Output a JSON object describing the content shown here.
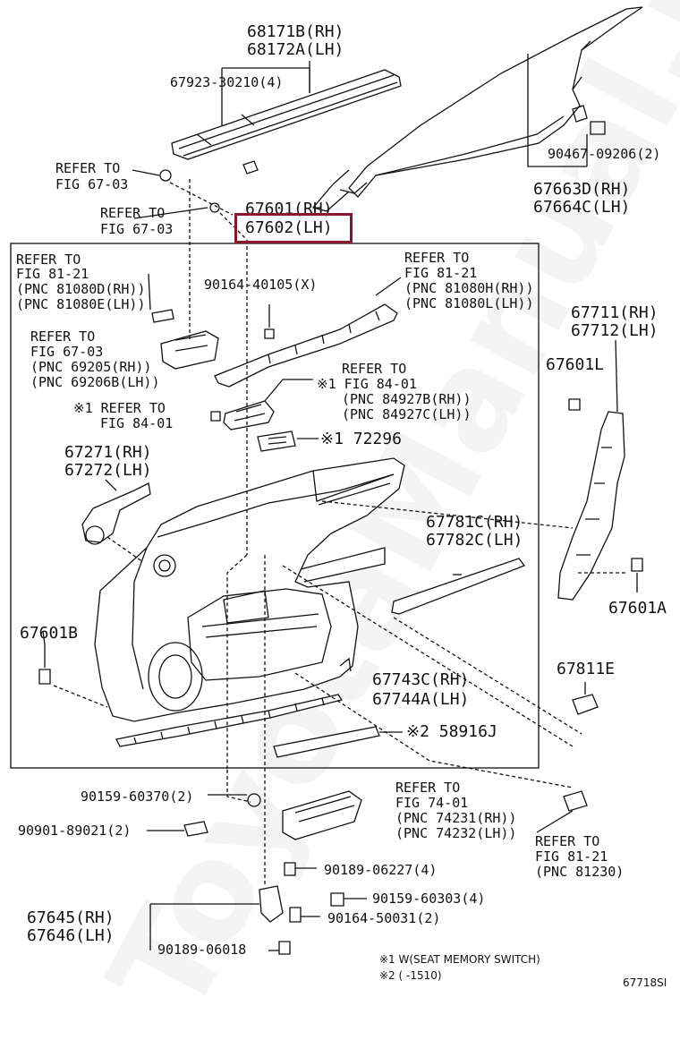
{
  "diagram": {
    "catalog_id": "67718SI",
    "highlighted_part": "67602(LH)",
    "labels": {
      "p68171": "68171B(RH)",
      "p68172": "68172A(LH)",
      "p67923": "67923-30210(4)",
      "p90467": "90467-09206(2)",
      "p67663": "67663D(RH)",
      "p67664": "67664C(LH)",
      "refer_fig_67_03_a_1": "REFER TO",
      "refer_fig_67_03_a_2": "FIG 67-03",
      "refer_fig_67_03_b_1": "REFER TO",
      "refer_fig_67_03_b_2": "FIG 67-03",
      "p67601rh": "67601(RH)",
      "p67602lh": "67602(LH)",
      "refer_81_21_left_1": "REFER TO",
      "refer_81_21_left_2": "FIG 81-21",
      "refer_81_21_left_3": "(PNC 81080D(RH))",
      "refer_81_21_left_4": "(PNC 81080E(LH))",
      "p90164_40105": "90164-40105(X)",
      "refer_81_21_right_1": "REFER TO",
      "refer_81_21_right_2": "FIG 81-21",
      "refer_81_21_right_3": "(PNC 81080H(RH))",
      "refer_81_21_right_4": "(PNC 81080L(LH))",
      "refer_67_03_c_1": "REFER TO",
      "refer_67_03_c_2": "FIG 67-03",
      "refer_67_03_c_3": "(PNC 69205(RH))",
      "refer_67_03_c_4": "(PNC 69206B(LH))",
      "refer_84_01_a_1": "REFER TO",
      "refer_84_01_a_2": "※1 FIG 84-01",
      "refer_84_01_a_3": "(PNC 84927B(RH))",
      "refer_84_01_a_4": "(PNC 84927C(LH))",
      "refer_84_01_b_1": "※1 REFER TO",
      "refer_84_01_b_2": "FIG 84-01",
      "p72296": "※1 72296",
      "p67711": "67711(RH)",
      "p67712": "67712(LH)",
      "p67601l": "67601L",
      "p67271": "67271(RH)",
      "p67272": "67272(LH)",
      "p67781": "67781C(RH)",
      "p67782": "67782C(LH)",
      "p67601a": "67601A",
      "p67601b": "67601B",
      "p67743": "67743C(RH)",
      "p67744": "67744A(LH)",
      "p67811": "67811E",
      "p58916": "※2 58916J",
      "p90159_60370": "90159-60370(2)",
      "p90901": "90901-89021(2)",
      "refer_74_01_1": "REFER TO",
      "refer_74_01_2": "FIG 74-01",
      "refer_74_01_3": "(PNC 74231(RH))",
      "refer_74_01_4": "(PNC 74232(LH))",
      "refer_81_21_bottom_1": "REFER TO",
      "refer_81_21_bottom_2": "FIG 81-21",
      "refer_81_21_bottom_3": "(PNC 81230)",
      "p90189_06227": "90189-06227(4)",
      "p90159_60303": "90159-60303(4)",
      "p90164_50031": "90164-50031(2)",
      "p67645": "67645(RH)",
      "p67646": "67646(LH)",
      "p90189_06018": "90189-06018",
      "note1": "※1 W(SEAT MEMORY SWITCH)",
      "note2": "※2 (      -1510)"
    },
    "watermark": "ToyotaManual.ru",
    "highlight_color": "#8a1730"
  }
}
